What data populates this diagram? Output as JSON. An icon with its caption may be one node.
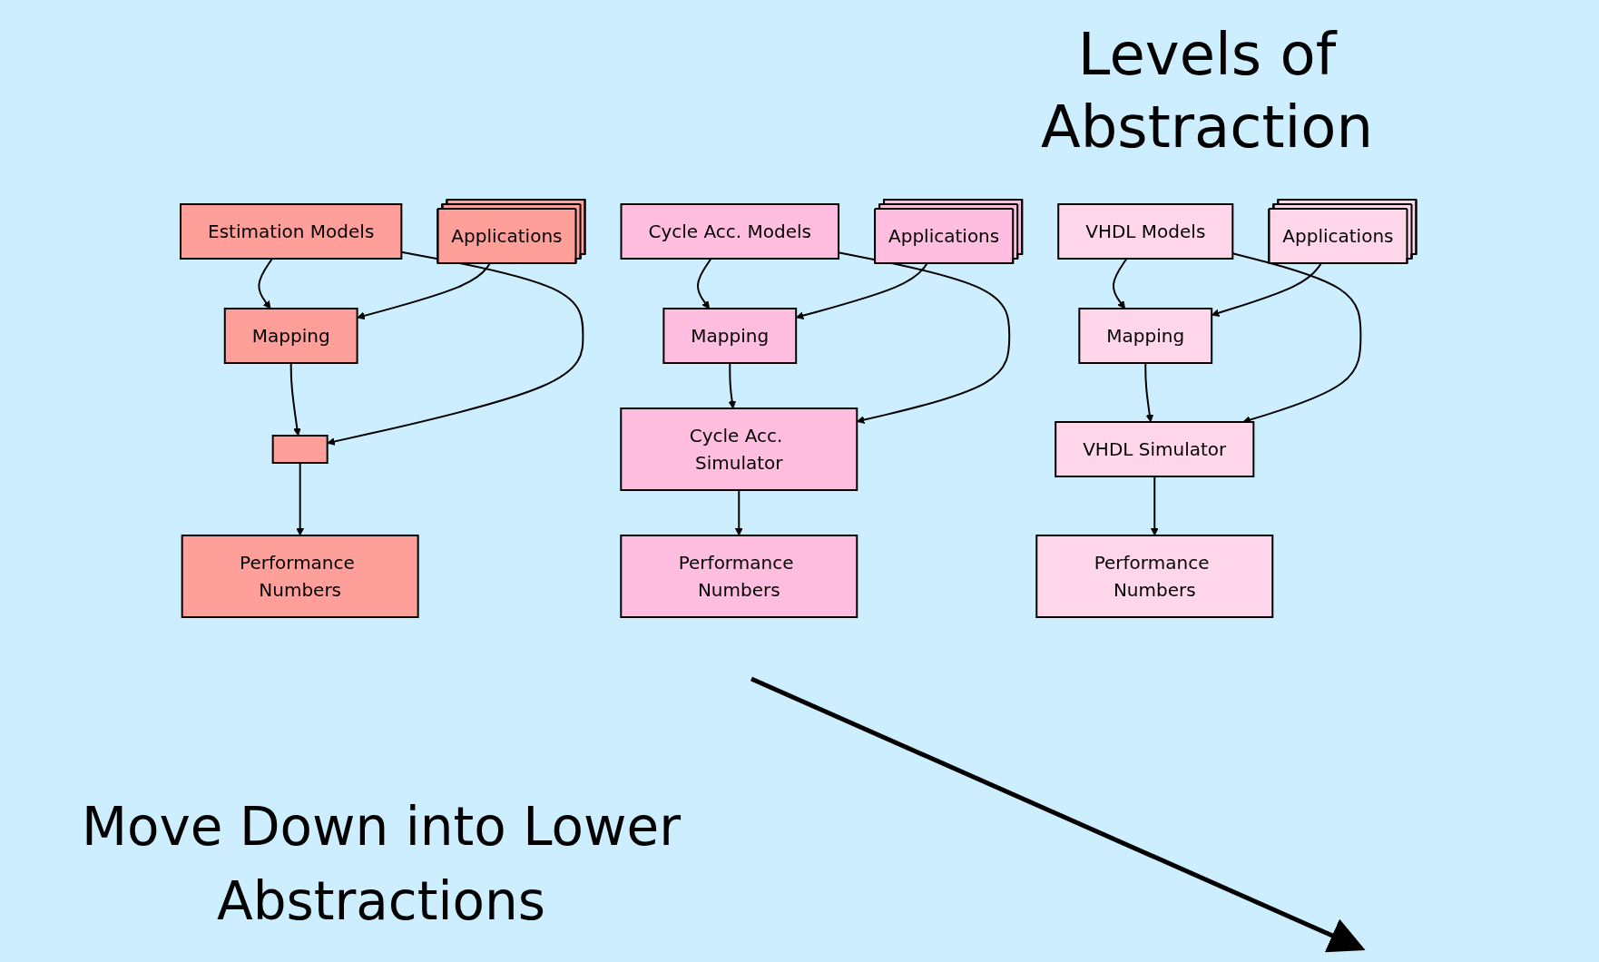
{
  "diagram": {
    "title": "Levels of Abstraction",
    "nodes": [
      {
        "text": [
          "Estimation Models"
        ]
      },
      {
        "text": [
          "Applications"
        ]
      },
      {
        "text": [
          "Mapping"
        ]
      },
      {
        "text": [],
        "shape": "box"
      },
      {
        "text": [
          "Performance Numbers"
        ]
      },
      {
        "text": [
          "Cycle Acc. Models"
        ]
      },
      {
        "text": [
          "Applications"
        ]
      },
      {
        "text": [
          "Mapping"
        ]
      },
      {
        "text": [
          "Cycle Acc. Simulator"
        ]
      },
      {
        "text": [
          "Performance Numbers"
        ]
      },
      {
        "text": [
          "VHDL Models"
        ]
      },
      {
        "text": [
          "Applications"
        ]
      },
      {
        "text": [
          "Mapping"
        ]
      },
      {
        "text": [
          "VHDL Simulator"
        ]
      },
      {
        "text": [
          "Performance Numbers"
        ]
      }
    ],
    "edges": [
      {
        "from": 0,
        "to": 2,
        "arrow": "to"
      },
      {
        "from": 1,
        "to": 2,
        "arrow": "to"
      },
      {
        "from": 2,
        "to": 3,
        "arrow": "to"
      },
      {
        "from": 0,
        "to": 3,
        "arrow": "to"
      },
      {
        "from": 3,
        "to": 4,
        "arrow": "to"
      },
      {
        "from": 5,
        "to": 7,
        "arrow": "to"
      },
      {
        "from": 6,
        "to": 7,
        "arrow": "to"
      },
      {
        "from": 7,
        "to": 8,
        "arrow": "to"
      },
      {
        "from": 5,
        "to": 8,
        "arrow": "to"
      },
      {
        "from": 8,
        "to": 9,
        "arrow": "to"
      },
      {
        "from": 10,
        "to": 12,
        "arrow": "to"
      },
      {
        "from": 11,
        "to": 12,
        "arrow": "to"
      },
      {
        "from": 12,
        "to": 13,
        "arrow": "to"
      },
      {
        "from": 10,
        "to": 13,
        "arrow": "to"
      },
      {
        "from": 13,
        "to": 14,
        "arrow": "to"
      }
    ],
    "labels": [
      "Move Down into Lower Abstractions"
    ]
  }
}
